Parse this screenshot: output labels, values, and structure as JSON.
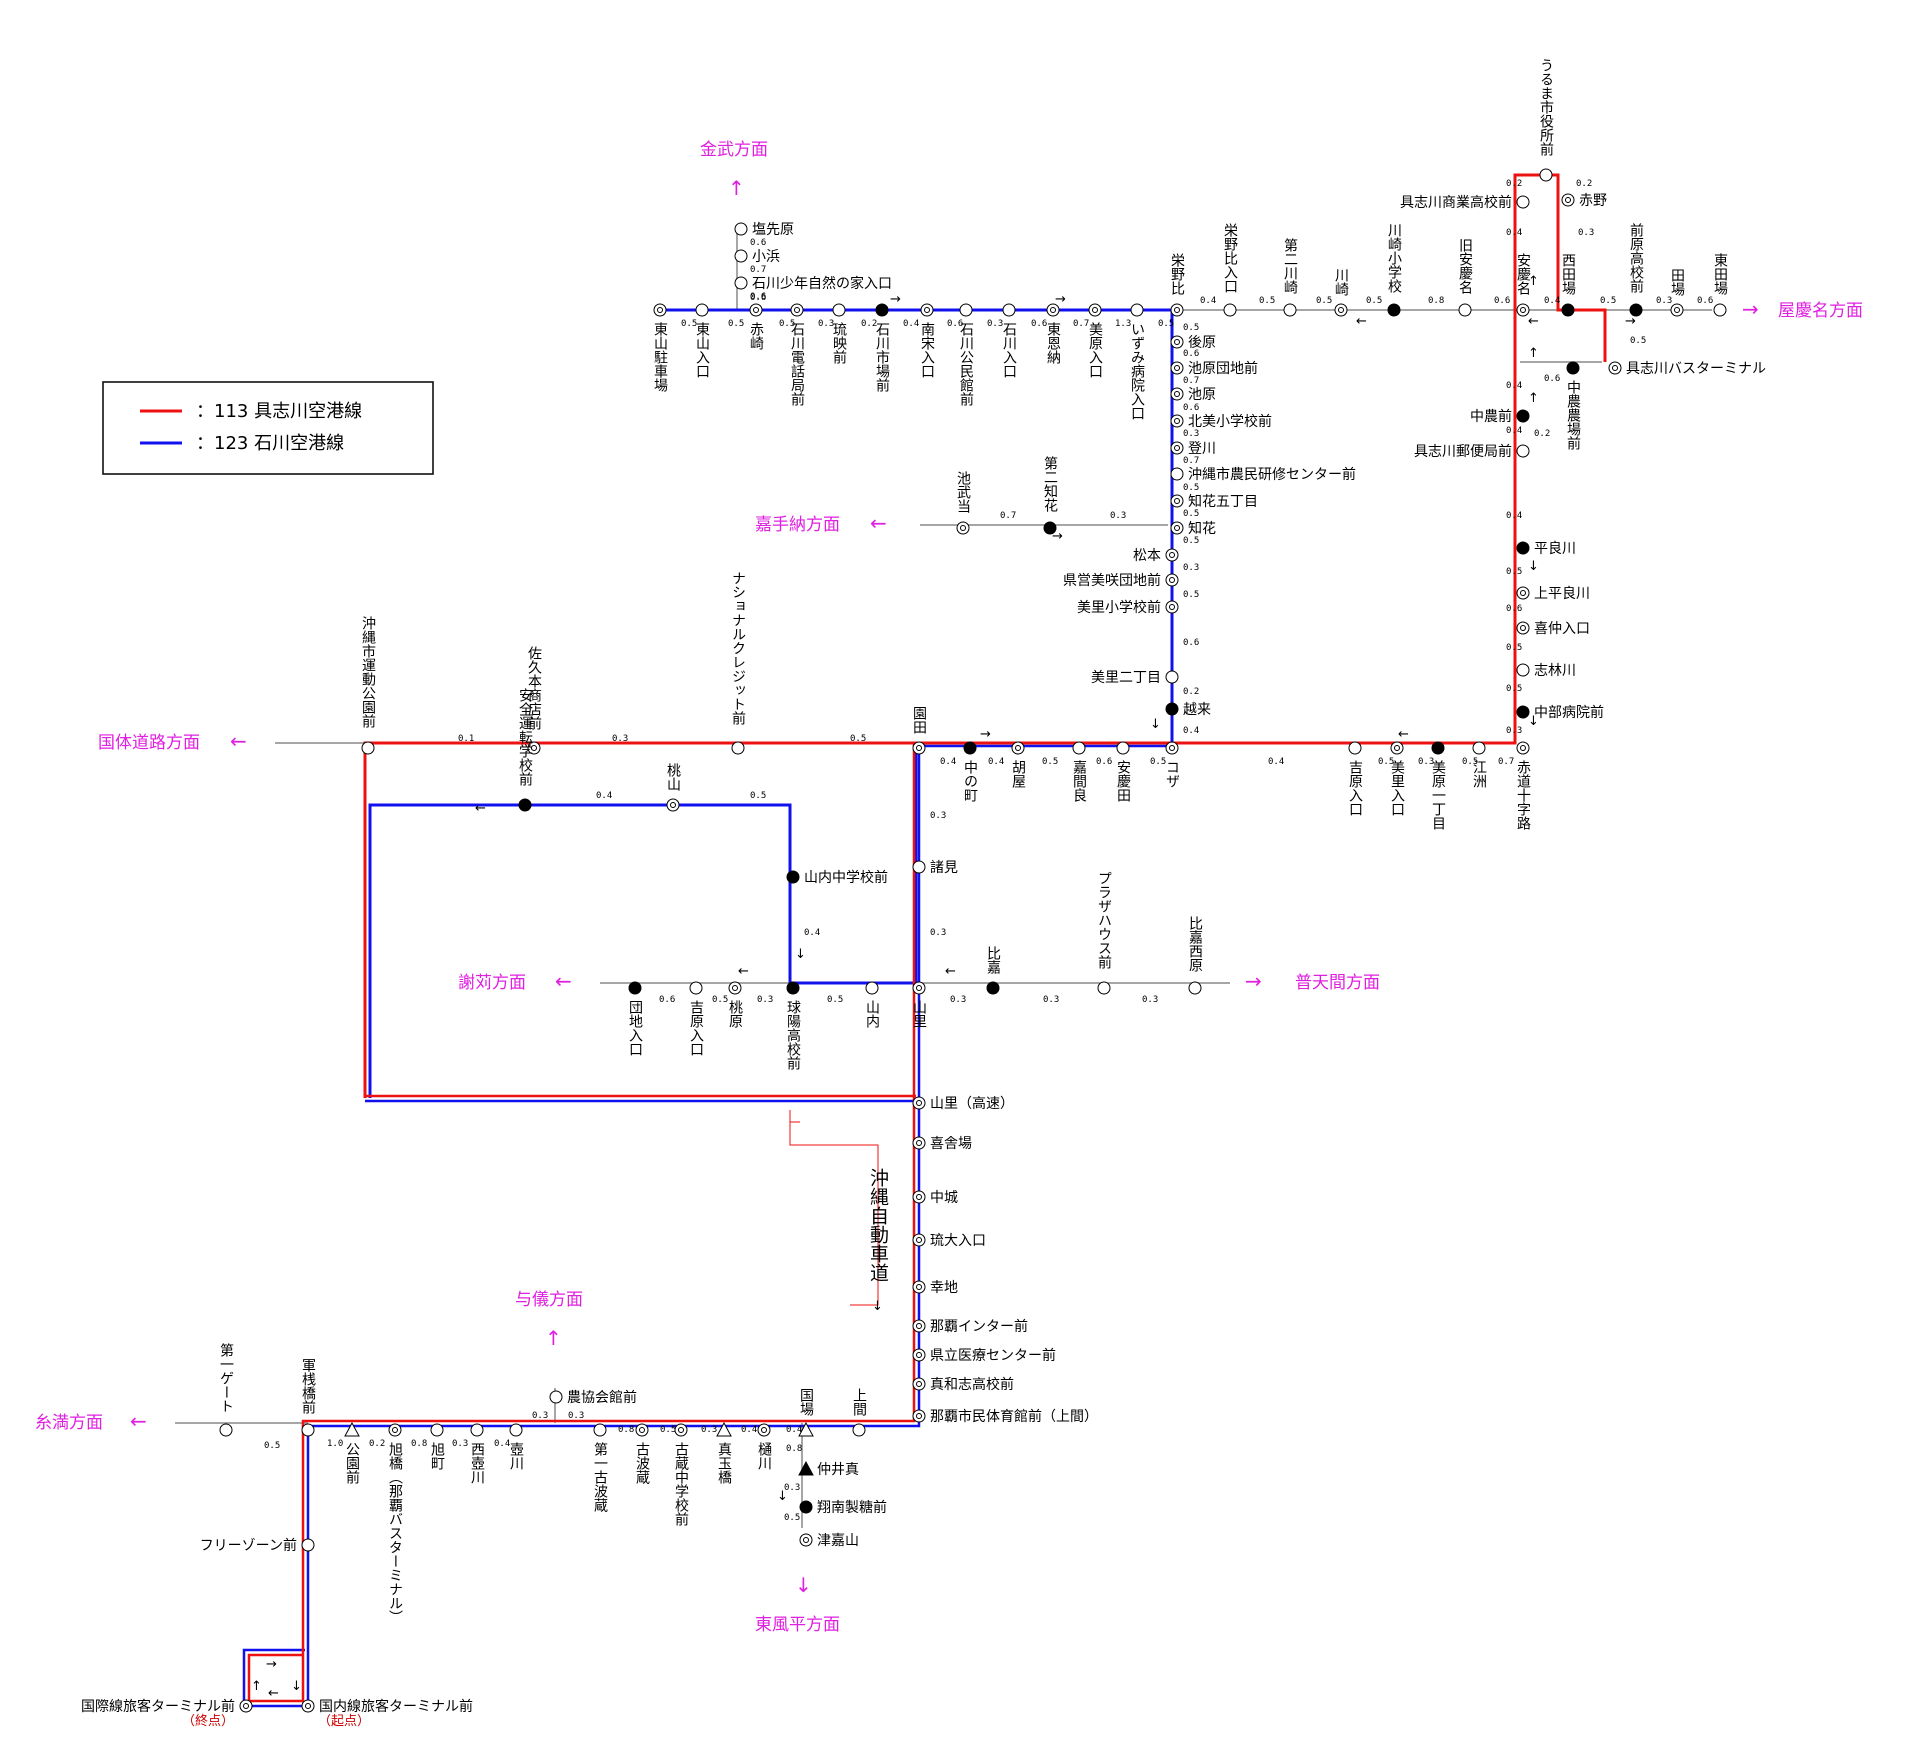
{
  "legend": {
    "items": [
      {
        "label": "：113 具志川空港線",
        "color": "#ee1111"
      },
      {
        "label": "：123 石川空港線",
        "color": "#1111ee"
      }
    ]
  },
  "colors": {
    "red": "#ee1111",
    "blue": "#1111ee",
    "gray": "#888888",
    "magenta": "#e020e0"
  },
  "directions": [
    {
      "label": "金武方面",
      "vertical": false
    },
    {
      "label": "屋慶名方面",
      "vertical": false
    },
    {
      "label": "嘉手納方面",
      "vertical": false
    },
    {
      "label": "国体道路方面",
      "vertical": false
    },
    {
      "label": "謝苅方面",
      "vertical": false
    },
    {
      "label": "普天間方面",
      "vertical": false
    },
    {
      "label": "与儀方面",
      "vertical": false
    },
    {
      "label": "糸満方面",
      "vertical": false
    },
    {
      "label": "東風平方面",
      "vertical": false
    }
  ],
  "expressway": {
    "label": "沖縄自動車道"
  },
  "terminals": {
    "end": "（終点）",
    "start": "（起点）"
  },
  "stations": [
    {
      "id": "higashiyama_parking",
      "label": "東山駐車場",
      "type": "double",
      "orient": "v"
    },
    {
      "id": "higashiyama_iriguchi",
      "label": "東山入口",
      "type": "open",
      "orient": "v"
    },
    {
      "id": "akasaki",
      "label": "赤崎",
      "type": "double",
      "orient": "v"
    },
    {
      "id": "ishikawa_denwa",
      "label": "石川電話局前",
      "type": "double",
      "orient": "v"
    },
    {
      "id": "ryuei",
      "label": "琉映前",
      "type": "open",
      "orient": "v"
    },
    {
      "id": "ishikawa_ichiba",
      "label": "石川市場前",
      "type": "filled",
      "orient": "v"
    },
    {
      "id": "nanso",
      "label": "南宋入口",
      "type": "double",
      "orient": "v"
    },
    {
      "id": "ishikawa_kominkan",
      "label": "石川公民館前",
      "type": "open",
      "orient": "v"
    },
    {
      "id": "ishikawa_iriguchi",
      "label": "石川入口",
      "type": "open",
      "orient": "v"
    },
    {
      "id": "higashi_onna",
      "label": "東恩納",
      "type": "double",
      "orient": "v"
    },
    {
      "id": "mihara_iriguchi",
      "label": "美原入口",
      "type": "double",
      "orient": "v"
    },
    {
      "id": "izumi",
      "label": "いずみ病院入口",
      "type": "open",
      "orient": "v"
    },
    {
      "id": "shiosakibaru",
      "label": "塩先原",
      "type": "open",
      "orient": "h"
    },
    {
      "id": "kohama",
      "label": "小浜",
      "type": "open",
      "orient": "h"
    },
    {
      "id": "shonen",
      "label": "石川少年自然の家入口",
      "type": "open",
      "orient": "h"
    },
    {
      "id": "eebu",
      "label": "栄野比",
      "type": "double",
      "orient": "v"
    },
    {
      "id": "eebu_iriguchi",
      "label": "栄野比入口",
      "type": "open",
      "orient": "v"
    },
    {
      "id": "daini_kawasaki",
      "label": "第二川崎",
      "type": "open",
      "orient": "v"
    },
    {
      "id": "kawasaki",
      "label": "川崎",
      "type": "double",
      "orient": "v"
    },
    {
      "id": "kawasaki_sho",
      "label": "川崎小学校",
      "type": "filled",
      "orient": "v"
    },
    {
      "id": "kyu_agena",
      "label": "旧安慶名",
      "type": "open",
      "orient": "v"
    },
    {
      "id": "agena",
      "label": "安慶名",
      "type": "double",
      "orient": "v"
    },
    {
      "id": "nishidaba",
      "label": "西田場",
      "type": "filled",
      "orient": "v"
    },
    {
      "id": "maehara_ko",
      "label": "前原高校前",
      "type": "filled",
      "orient": "v"
    },
    {
      "id": "taba",
      "label": "田場",
      "type": "double",
      "orient": "v"
    },
    {
      "id": "higashi_taba",
      "label": "東田場",
      "type": "open",
      "orient": "v"
    },
    {
      "id": "uruma_shiyakusho",
      "label": "うるま市役所前",
      "type": "open",
      "orient": "v"
    },
    {
      "id": "gushikawa_shogyo",
      "label": "具志川商業高校前",
      "type": "open",
      "orient": "h"
    },
    {
      "id": "akano",
      "label": "赤野",
      "type": "double",
      "orient": "h"
    },
    {
      "id": "gushikawa_bt",
      "label": "具志川バスターミナル",
      "type": "double",
      "orient": "h"
    },
    {
      "id": "chuno_jo",
      "label": "中農農場前",
      "type": "filled",
      "orient": "v"
    },
    {
      "id": "chuno",
      "label": "中農前",
      "type": "filled",
      "orient": "h"
    },
    {
      "id": "gushikawa_yubin",
      "label": "具志川郵便局前",
      "type": "open",
      "orient": "h"
    },
    {
      "id": "teragawa",
      "label": "平良川",
      "type": "filled",
      "orient": "h"
    },
    {
      "id": "kami_teragawa",
      "label": "上平良川",
      "type": "double",
      "orient": "h"
    },
    {
      "id": "kichu",
      "label": "喜仲入口",
      "type": "double",
      "orient": "h"
    },
    {
      "id": "shirin",
      "label": "志林川",
      "type": "open",
      "orient": "h"
    },
    {
      "id": "chubu_byoin",
      "label": "中部病院前",
      "type": "filled",
      "orient": "h"
    },
    {
      "id": "akamichi",
      "label": "赤道十字路",
      "type": "double",
      "orient": "v"
    },
    {
      "id": "esu",
      "label": "江洲",
      "type": "open",
      "orient": "v"
    },
    {
      "id": "misato_1",
      "label": "美原一丁目",
      "type": "filled",
      "orient": "v"
    },
    {
      "id": "misato_iriguchi",
      "label": "美里入口",
      "type": "double",
      "orient": "v"
    },
    {
      "id": "yoshihara_iriguchi",
      "label": "吉原入口",
      "type": "open",
      "orient": "v"
    },
    {
      "id": "gohara",
      "label": "後原",
      "type": "double",
      "orient": "h"
    },
    {
      "id": "ikehara_danchi",
      "label": "池原団地前",
      "type": "double",
      "orient": "h"
    },
    {
      "id": "ikehara",
      "label": "池原",
      "type": "double",
      "orient": "h"
    },
    {
      "id": "kitami_sho",
      "label": "北美小学校前",
      "type": "double",
      "orient": "h"
    },
    {
      "id": "noborikawa",
      "label": "登川",
      "type": "double",
      "orient": "h"
    },
    {
      "id": "noken",
      "label": "沖縄市農民研修センター前",
      "type": "open",
      "orient": "h"
    },
    {
      "id": "chibana5",
      "label": "知花五丁目",
      "type": "double",
      "orient": "h"
    },
    {
      "id": "chibana",
      "label": "知花",
      "type": "double",
      "orient": "h"
    },
    {
      "id": "matsumoto",
      "label": "松本",
      "type": "double",
      "orient": "h"
    },
    {
      "id": "kenei_misaki",
      "label": "県営美咲団地前",
      "type": "double",
      "orient": "h"
    },
    {
      "id": "misato_sho",
      "label": "美里小学校前",
      "type": "double",
      "orient": "h"
    },
    {
      "id": "misato_2",
      "label": "美里二丁目",
      "type": "open",
      "orient": "h"
    },
    {
      "id": "koshi",
      "label": "越来",
      "type": "filled",
      "orient": "h"
    },
    {
      "id": "ikebuto",
      "label": "池武当",
      "type": "double",
      "orient": "v"
    },
    {
      "id": "daini_chibana",
      "label": "第二知花",
      "type": "filled",
      "orient": "v"
    },
    {
      "id": "koza",
      "label": "コザ",
      "type": "double",
      "orient": "v"
    },
    {
      "id": "agenoda",
      "label": "安慶田",
      "type": "open",
      "orient": "v"
    },
    {
      "id": "kamaara",
      "label": "嘉間良",
      "type": "open",
      "orient": "v"
    },
    {
      "id": "goya",
      "label": "胡屋",
      "type": "double",
      "orient": "v"
    },
    {
      "id": "nakanomachi",
      "label": "中の町",
      "type": "filled",
      "orient": "v"
    },
    {
      "id": "sonoda",
      "label": "園田",
      "type": "double",
      "orient": "h"
    },
    {
      "id": "national_credit",
      "label": "ナショナルクレジット前",
      "type": "open",
      "orient": "h"
    },
    {
      "id": "sakumoto",
      "label": "佐久本商店前",
      "type": "double",
      "orient": "h"
    },
    {
      "id": "undokoen",
      "label": "沖縄市運動公園前",
      "type": "open",
      "orient": "h"
    },
    {
      "id": "anzen",
      "label": "安全運転学校前",
      "type": "filled",
      "orient": "h"
    },
    {
      "id": "momoyama",
      "label": "桃山",
      "type": "double",
      "orient": "h"
    },
    {
      "id": "yamauchi_chu",
      "label": "山内中学校前",
      "type": "filled",
      "orient": "h"
    },
    {
      "id": "morohmi",
      "label": "諸見",
      "type": "open",
      "orient": "h"
    },
    {
      "id": "kyuyo",
      "label": "球陽高校前",
      "type": "filled",
      "orient": "v"
    },
    {
      "id": "tohara",
      "label": "桃原",
      "type": "double",
      "orient": "v"
    },
    {
      "id": "yoshihara2",
      "label": "吉原入口",
      "type": "open",
      "orient": "v"
    },
    {
      "id": "danchi",
      "label": "団地入口",
      "type": "filled",
      "orient": "v"
    },
    {
      "id": "yamauchi",
      "label": "山内",
      "type": "open",
      "orient": "v"
    },
    {
      "id": "yamazato",
      "label": "山里",
      "type": "double",
      "orient": "v"
    },
    {
      "id": "higa",
      "label": "比嘉",
      "type": "filled",
      "orient": "v"
    },
    {
      "id": "plaza",
      "label": "プラザハウス前",
      "type": "open",
      "orient": "v"
    },
    {
      "id": "higa_nishihara",
      "label": "比嘉西原",
      "type": "open",
      "orient": "v"
    },
    {
      "id": "yamazato_exp",
      "label": "山里（高速）",
      "type": "double",
      "orient": "h"
    },
    {
      "id": "kisaba",
      "label": "喜舎場",
      "type": "double",
      "orient": "h"
    },
    {
      "id": "nakagusuku",
      "label": "中城",
      "type": "double",
      "orient": "h"
    },
    {
      "id": "ryudai",
      "label": "琉大入口",
      "type": "double",
      "orient": "h"
    },
    {
      "id": "sachiji",
      "label": "幸地",
      "type": "double",
      "orient": "h"
    },
    {
      "id": "naha_ic",
      "label": "那覇インター前",
      "type": "double",
      "orient": "h"
    },
    {
      "id": "kenritsu",
      "label": "県立医療センター前",
      "type": "double",
      "orient": "h"
    },
    {
      "id": "mawashi",
      "label": "真和志高校前",
      "type": "double",
      "orient": "h"
    },
    {
      "id": "taiikukan",
      "label": "那覇市民体育館前（上間）",
      "type": "double",
      "orient": "h"
    },
    {
      "id": "uema",
      "label": "上間",
      "type": "open",
      "orient": "v"
    },
    {
      "id": "kokuba",
      "label": "国場",
      "type": "triangle",
      "orient": "v"
    },
    {
      "id": "nakaima",
      "label": "仲井真",
      "type": "tri-filled",
      "orient": "h"
    },
    {
      "id": "shonan",
      "label": "翔南製糖前",
      "type": "filled",
      "orient": "h"
    },
    {
      "id": "tsukazan",
      "label": "津嘉山",
      "type": "double",
      "orient": "h"
    },
    {
      "id": "higawa",
      "label": "樋川",
      "type": "double",
      "orient": "v"
    },
    {
      "id": "matanbashi",
      "label": "真玉橋",
      "type": "triangle",
      "orient": "v"
    },
    {
      "id": "furugura_chu",
      "label": "古蔵中学校前",
      "type": "double",
      "orient": "v"
    },
    {
      "id": "kohagura",
      "label": "古波蔵",
      "type": "double",
      "orient": "v"
    },
    {
      "id": "daiichi_kohagura",
      "label": "第一古波蔵",
      "type": "open",
      "orient": "v"
    },
    {
      "id": "nokyo",
      "label": "農協会館前",
      "type": "open",
      "orient": "h"
    },
    {
      "id": "tsubogawa",
      "label": "壺川",
      "type": "open",
      "orient": "v"
    },
    {
      "id": "nishi_tsubogawa",
      "label": "西壺川",
      "type": "open",
      "orient": "v"
    },
    {
      "id": "asahimachi",
      "label": "旭町",
      "type": "open",
      "orient": "v"
    },
    {
      "id": "asahibashi",
      "label": "旭橋（那覇バスターミナル）",
      "type": "double",
      "orient": "v"
    },
    {
      "id": "koenmae",
      "label": "公園前",
      "type": "triangle",
      "orient": "v"
    },
    {
      "id": "gunsanbashi",
      "label": "軍桟橋前",
      "type": "open",
      "orient": "h"
    },
    {
      "id": "daiichi_gate",
      "label": "第一ゲート",
      "type": "open",
      "orient": "h"
    },
    {
      "id": "freezone",
      "label": "フリーゾーン前",
      "type": "open",
      "orient": "h"
    },
    {
      "id": "kokusai",
      "label": "国際線旅客ターミナル前",
      "type": "double",
      "orient": "h"
    },
    {
      "id": "kokunai",
      "label": "国内線旅客ターミナル前",
      "type": "double",
      "orient": "h"
    }
  ],
  "distances": [
    "0.5",
    "0.5",
    "0.6",
    "0.5",
    "0.3",
    "0.2",
    "0.4",
    "0.6",
    "0.3",
    "0.6",
    "0.7",
    "1.3",
    "0.5",
    "0.6",
    "0.7",
    "0.6",
    "0.4",
    "0.5",
    "0.5",
    "0.5",
    "0.8",
    "0.6",
    "0.4",
    "0.5",
    "0.3",
    "0.6",
    "0.2",
    "0.2",
    "0.4",
    "0.3",
    "0.5",
    "0.4",
    "0.6",
    "0.4",
    "0.2",
    "0.4",
    "0.5",
    "0.6",
    "0.5",
    "0.5",
    "0.3",
    "0.7",
    "0.5",
    "0.3",
    "0.5",
    "0.4",
    "0.5",
    "0.6",
    "0.7",
    "0.6",
    "0.3",
    "0.7",
    "0.5",
    "0.5",
    "0.5",
    "0.3",
    "0.5",
    "0.6",
    "0.2",
    "0.4",
    "0.7",
    "0.3",
    "0.5",
    "0.6",
    "0.5",
    "0.4",
    "0.4",
    "0.1",
    "0.3",
    "0.5",
    "0.4",
    "0.5",
    "0.4",
    "0.3",
    "0.3",
    "0.5",
    "0.3",
    "0.6",
    "0.5",
    "0.3",
    "0.3",
    "0.3",
    "0.3",
    "0.5",
    "1.0",
    "0.2",
    "0.8",
    "0.3",
    "0.4",
    "0.3",
    "0.8",
    "0.5",
    "0.3",
    "0.4",
    "0.4",
    "0.8",
    "0.3",
    "0.5",
    "0.4",
    "0.2"
  ]
}
